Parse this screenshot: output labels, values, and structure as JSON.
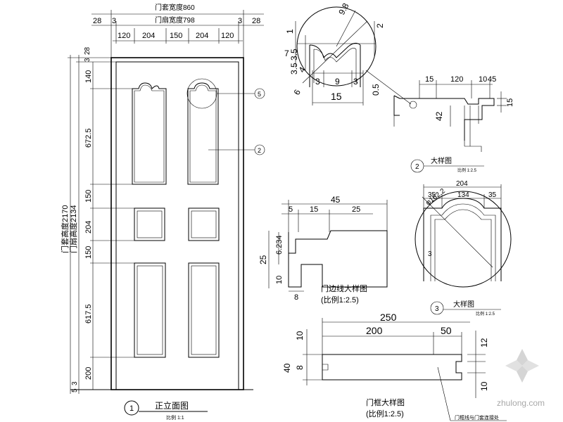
{
  "door_elevation": {
    "overall_width_label": "门套宽度860",
    "leaf_width_label": "门扇宽度798",
    "top_dims": [
      "28",
      "3",
      "120",
      "204",
      "150",
      "204",
      "120",
      "3",
      "28"
    ],
    "left_dims": [
      "28",
      "3",
      "140",
      "672.5",
      "150",
      "204",
      "150",
      "617.5",
      "200",
      "5",
      "3"
    ],
    "overall_height_label": "门套高度2170",
    "leaf_height_label": "门扇高度2134",
    "callout_5": "5",
    "callout_2": "2",
    "view_number": "1",
    "title": "正立面图",
    "subtitle": "比例 1:1"
  },
  "detail_circle_top": {
    "dims": [
      "1",
      "7",
      "3.5",
      "3.5",
      "9.8",
      "2",
      "6",
      "4",
      "3",
      "9",
      "3",
      "15",
      "0.5"
    ]
  },
  "detail_2": {
    "dims": [
      "15",
      "120",
      "10",
      "45",
      "42",
      "15"
    ],
    "number": "2",
    "title": "大样图",
    "subtitle": "比例 1:2.5"
  },
  "detail_3": {
    "dims": [
      "204",
      "35",
      "134",
      "35",
      "φ162.2",
      "3"
    ],
    "number": "3",
    "title": "大样图",
    "subtitle": "比例 1:2.5"
  },
  "trim_detail": {
    "top_dims": [
      "45",
      "5",
      "15",
      "25"
    ],
    "side_dims": [
      "25",
      "6.234",
      "10",
      "8"
    ],
    "title": "门边线大样图",
    "subtitle": "(比例1:2.5)"
  },
  "frame_detail": {
    "top_dims": [
      "250",
      "200",
      "50"
    ],
    "left_dims": [
      "10",
      "40",
      "8"
    ],
    "right_dims": [
      "12",
      "10"
    ],
    "title": "门框大样图",
    "subtitle": "(比例1:2.5)",
    "leader_note": "门框线与门套连接处"
  },
  "watermark": {
    "text": "zhulong.com"
  }
}
